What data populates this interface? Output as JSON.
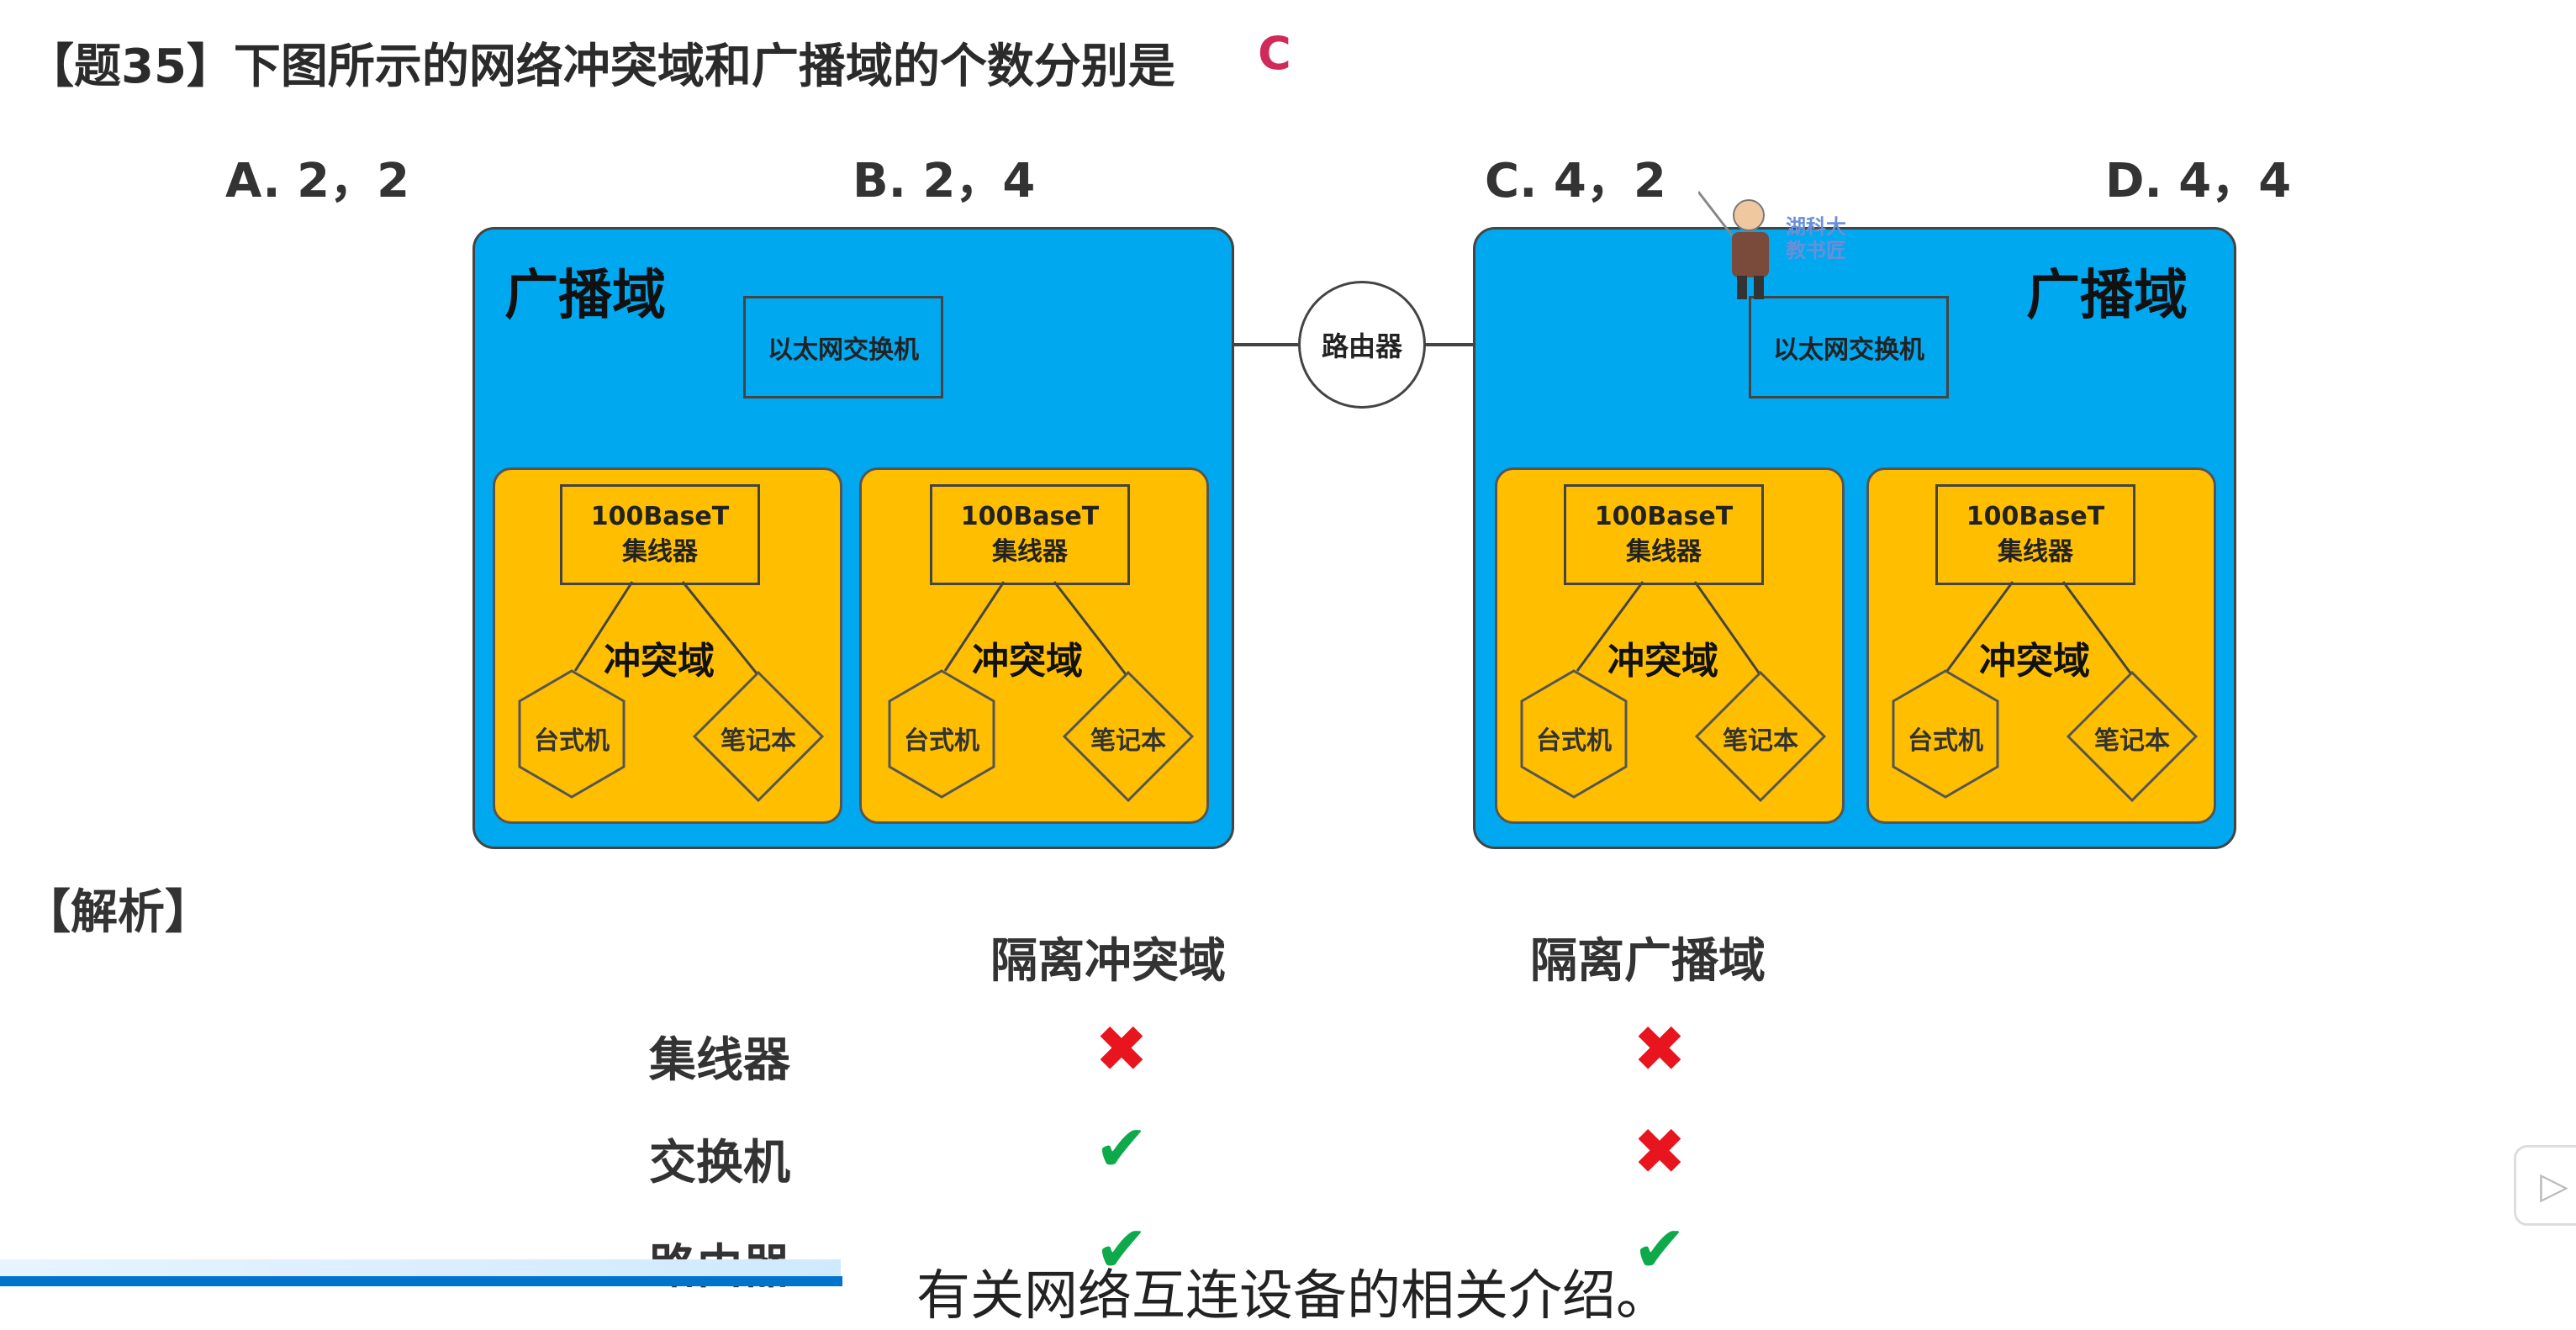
{
  "question": {
    "title": "【题35】下图所示的网络冲突域和广播域的个数分别是",
    "answer_mark": "C",
    "options": [
      "A. 2，2",
      "B. 2，4",
      "C. 4，2",
      "D. 4，4"
    ]
  },
  "diagram": {
    "broadcast_label": "广播域",
    "switch_label": "以太网交换机",
    "router_label": "路由器",
    "hub_line1": "100BaseT",
    "hub_line2": "集线器",
    "collision_label": "冲突域",
    "desktop_label": "台式机",
    "laptop_label": "笔记本"
  },
  "mascot": {
    "line1": "湖科大",
    "line2": "教书匠"
  },
  "analysis": {
    "title": "【解析】",
    "columns": [
      "隔离冲突域",
      "隔离广播域"
    ],
    "rows": [
      {
        "device": "集线器",
        "collision": "✖",
        "broadcast": "✖"
      },
      {
        "device": "交换机",
        "collision": "✔",
        "broadcast": "✖"
      },
      {
        "device": "路由器",
        "collision": "✔",
        "broadcast": "✔"
      }
    ]
  },
  "subtitle": "有关网络互连设备的相关介绍。",
  "colors": {
    "broadcast_domain": "#00a8f0",
    "collision_domain": "#ffbf00",
    "answer": "#d02a5a",
    "cross": "#e8141e",
    "check": "#0ea94a"
  }
}
